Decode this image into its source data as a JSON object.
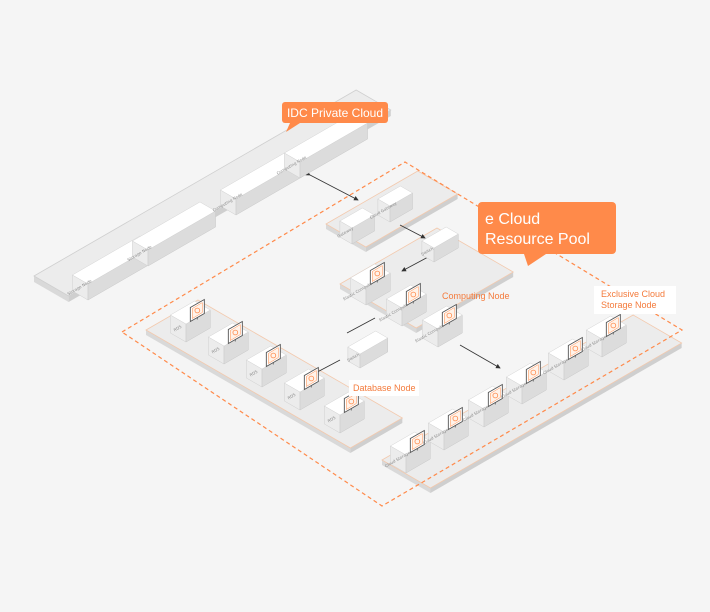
{
  "colors": {
    "accent": "#ff8a4a",
    "accent_text": "#f47b3c",
    "platform": "#e9e9e9",
    "box_top": "#ffffff",
    "box_left": "#ececec",
    "box_right": "#dcdcdc",
    "link": "#333333"
  },
  "callouts": {
    "idc": "IDC Private Cloud",
    "pool_line1": "e Cloud",
    "pool_line2": "Resource Pool"
  },
  "labels": {
    "computing": "Computing Node",
    "database": "Database Node",
    "storage_line1": "Exclusive Cloud",
    "storage_line2": "Storage Node"
  },
  "idc_boxes": [
    "Storage Node",
    "Storage Node",
    "Computing Node",
    "Computing Node"
  ],
  "gateway_boxes": [
    "Gateway",
    "Cloud Gateway"
  ],
  "switch_box": "Switch",
  "computing_boxes": [
    "Elastic Compute",
    "Elastic Compute",
    "Elastic Compute"
  ],
  "db_switch_box": "Switch",
  "db_boxes": [
    "RDS",
    "RDS",
    "RDS",
    "RDS",
    "RDS"
  ],
  "storage_boxes": [
    "Cloud Storage",
    "Cloud Storage",
    "Cloud Storage",
    "Cloud Storage",
    "Cloud Storage",
    "Cloud Storage"
  ],
  "icons": {
    "monitor": "monitor-cloud-icon"
  }
}
